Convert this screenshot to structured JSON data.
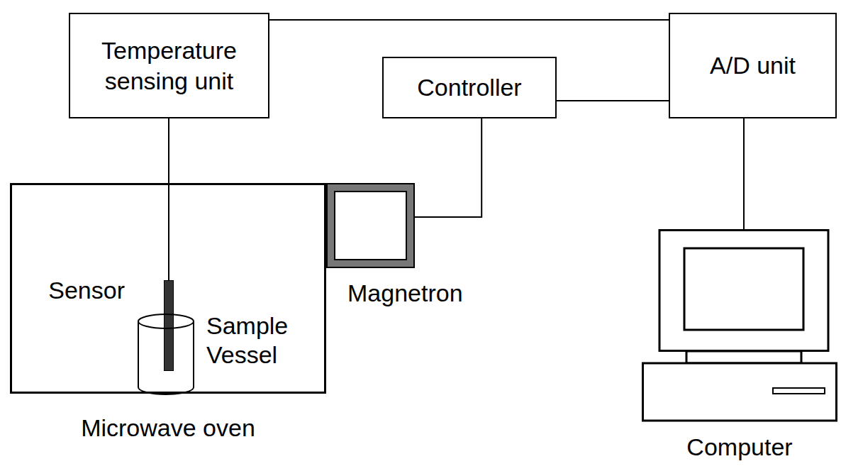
{
  "diagram": {
    "nodes": [
      {
        "text": [
          "Temperature sensing unit"
        ]
      },
      {
        "text": [
          "Controller"
        ]
      },
      {
        "text": [
          "A/D unit"
        ]
      },
      {
        "text": [
          "Microwave oven"
        ]
      },
      {
        "text": [
          "Sensor"
        ],
        "in": 3
      },
      {
        "text": [
          "Sample Vessel"
        ],
        "in": 3
      },
      {
        "text": [
          "Magnetron"
        ]
      },
      {
        "text": [
          "Computer"
        ]
      }
    ],
    "edges": [
      {
        "from": 0,
        "to": 2,
        "arrow": "none"
      },
      {
        "from": 0,
        "to": 4,
        "arrow": "none"
      },
      {
        "from": 1,
        "to": 2,
        "arrow": "none"
      },
      {
        "from": 1,
        "to": 6,
        "arrow": "none"
      },
      {
        "from": 2,
        "to": 7,
        "arrow": "none"
      }
    ]
  }
}
